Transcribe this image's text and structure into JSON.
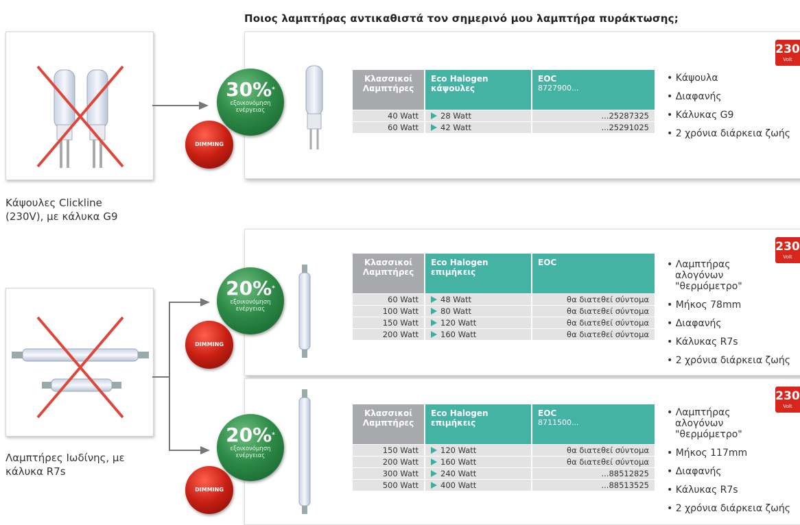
{
  "title": "Ποιος λαμπτήρας αντικαθιστά τον σημερινό μου λαμπτήρα πυράκτωσης;",
  "sources": {
    "capsule_caption_line1": "Κάψουλες Clickline",
    "capsule_caption_line2": "(230V), με κάλυκα G9",
    "iodine_caption_line1": "Λαμπτήρες Ιωδίνης, με",
    "iodine_caption_line2": "κάλυκα R7s"
  },
  "badges": {
    "dimming": "DIMMING",
    "savings_line1": "εξοικονόμηση",
    "savings_line2": "ενέργειας",
    "asterisk": "*"
  },
  "volt": {
    "value": "230",
    "unit": "Volt"
  },
  "panels": [
    {
      "percent": "30%",
      "headers": {
        "classic_line1": "Κλασσικοί",
        "classic_line2": "Λαμπτήρες",
        "eco_line1": "Eco Halogen",
        "eco_line2": "κάψουλες",
        "eoc_line1": "EOC",
        "eoc_line2": "8727900..."
      },
      "rows": [
        {
          "classic": "40 Watt",
          "eco": "28 Watt",
          "eoc": "...25287325"
        },
        {
          "classic": "60 Watt",
          "eco": "42 Watt",
          "eoc": "...25291025"
        }
      ],
      "features": [
        "Κάψουλα",
        "Διαφανής",
        "Κάλυκας G9",
        "2 χρόνια διάρκεια ζωής"
      ]
    },
    {
      "percent": "20%",
      "headers": {
        "classic_line1": "Κλασσικοί",
        "classic_line2": "Λαμπτήρες",
        "eco_line1": "Eco Halogen",
        "eco_line2": "επιμήκεις",
        "eoc_line1": "EOC",
        "eoc_line2": ""
      },
      "rows": [
        {
          "classic": "60 Watt",
          "eco": "48 Watt",
          "eoc": "θα διατεθεί σύντομα"
        },
        {
          "classic": "100 Watt",
          "eco": "80 Watt",
          "eoc": "θα διατεθεί σύντομα"
        },
        {
          "classic": "150 Watt",
          "eco": "120 Watt",
          "eoc": "θα διατεθεί σύντομα"
        },
        {
          "classic": "200 Watt",
          "eco": "160 Watt",
          "eoc": "θα διατεθεί σύντομα"
        }
      ],
      "features": [
        "Λαμπτήρας αλογόνων \"θερμόμετρο\"",
        "Μήκος 78mm",
        "Διαφανής",
        "Κάλυκας R7s",
        "2 χρόνια διάρκεια ζωής"
      ]
    },
    {
      "percent": "20%",
      "headers": {
        "classic_line1": "Κλασσικοί",
        "classic_line2": "Λαμπτήρες",
        "eco_line1": "Eco Halogen",
        "eco_line2": "επιμήκεις",
        "eoc_line1": "EOC",
        "eoc_line2": "8711500..."
      },
      "rows": [
        {
          "classic": "150 Watt",
          "eco": "120 Watt",
          "eoc": "θα διατεθεί σύντομα"
        },
        {
          "classic": "200 Watt",
          "eco": "160 Watt",
          "eoc": "θα διατεθεί σύντομα"
        },
        {
          "classic": "300 Watt",
          "eco": "240 Watt",
          "eoc": "...88512825"
        },
        {
          "classic": "500 Watt",
          "eco": "400 Watt",
          "eoc": "...88513525"
        }
      ],
      "features": [
        "Λαμπτήρας αλογόνων \"θερμόμετρο\"",
        "Μήκος 117mm",
        "Διαφανής",
        "Κάλυκας R7s",
        "2 χρόνια διάρκεια ζωής"
      ]
    }
  ],
  "colors": {
    "teal": "#44b3a4",
    "gray": "#a7a9ac",
    "green": "#2e8b48",
    "red": "#c81e12",
    "cross": "#e0453a"
  }
}
